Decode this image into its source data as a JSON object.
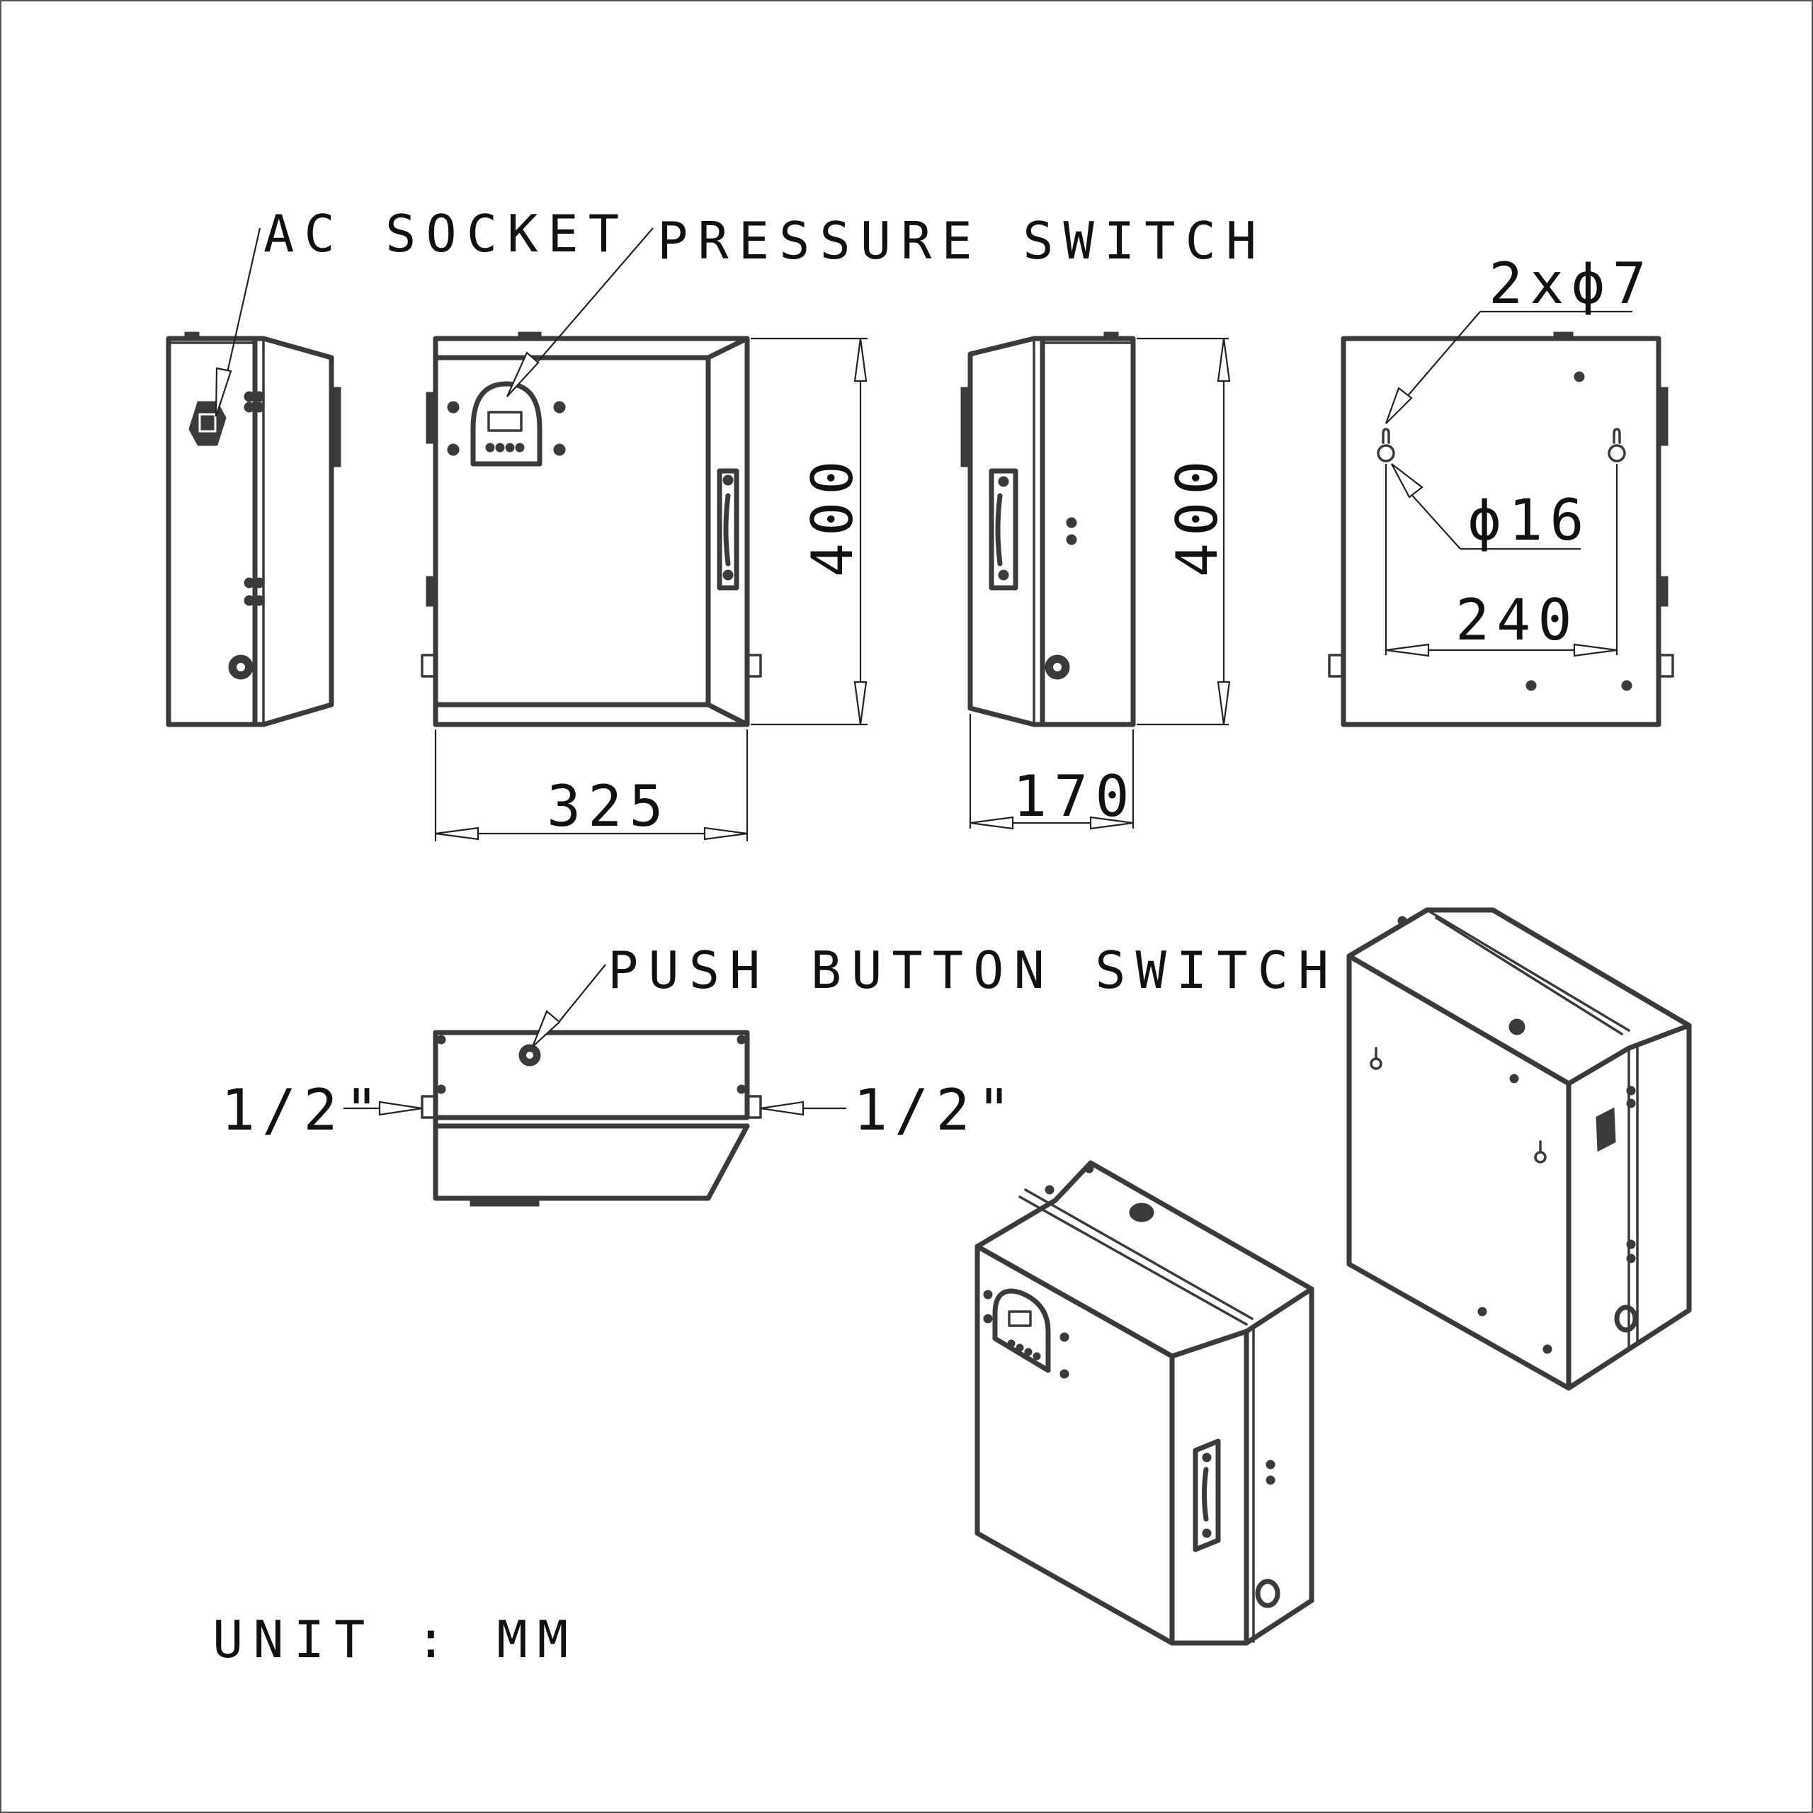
{
  "labels": {
    "ac_socket": "AC SOCKET",
    "pressure_switch": "PRESSURE SWITCH",
    "push_button_switch": "PUSH BUTTON SWITCH",
    "unit": "UNIT : MM",
    "hole_small": "2xϕ7",
    "hole_large": "ϕ16",
    "pipe_left": "1/2\"",
    "pipe_right": "1/2\""
  },
  "dimensions": {
    "front_width": "325",
    "front_height": "400",
    "side_depth": "170",
    "side_height": "400",
    "mount_spacing": "240"
  }
}
